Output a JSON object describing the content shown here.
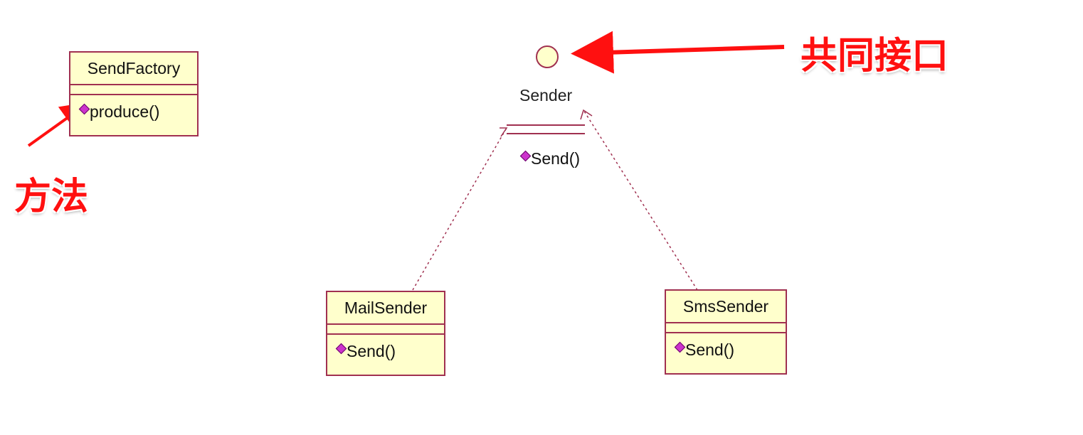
{
  "diagram": {
    "factory": {
      "name": "SendFactory",
      "operation": "produce()"
    },
    "interface": {
      "name": "Sender",
      "operation": "Send()"
    },
    "implementations": [
      {
        "name": "MailSender",
        "operation": "Send()"
      },
      {
        "name": "SmsSender",
        "operation": "Send()"
      }
    ]
  },
  "annotations": {
    "method_label": "方法",
    "interface_label": "共同接口"
  },
  "colors": {
    "class_fill": "#ffffcc",
    "class_border": "#a03050",
    "operation_icon": "#cc33cc",
    "annotation": "#ff1010"
  }
}
